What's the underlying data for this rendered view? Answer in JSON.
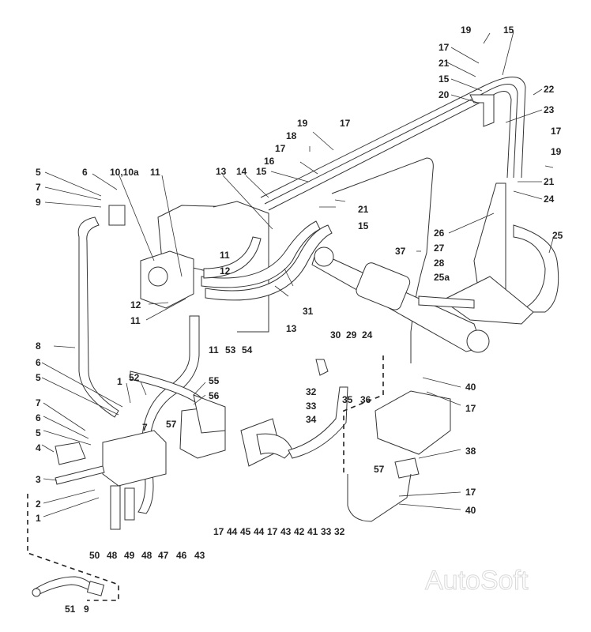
{
  "diagram": {
    "type": "exploded-parts-diagram",
    "subject": "hydraulic power steering lines",
    "watermark": "AutoSoft",
    "callouts": [
      {
        "id": "c1",
        "text": "19"
      },
      {
        "id": "c2",
        "text": "15"
      },
      {
        "id": "c3",
        "text": "17"
      },
      {
        "id": "c4",
        "text": "21"
      },
      {
        "id": "c5",
        "text": "15"
      },
      {
        "id": "c6",
        "text": "22"
      },
      {
        "id": "c7",
        "text": "20"
      },
      {
        "id": "c8",
        "text": "23"
      },
      {
        "id": "c9",
        "text": "17"
      },
      {
        "id": "c10",
        "text": "19"
      },
      {
        "id": "c11",
        "text": "21"
      },
      {
        "id": "c12",
        "text": "24"
      },
      {
        "id": "c13",
        "text": "26"
      },
      {
        "id": "c14",
        "text": "25"
      },
      {
        "id": "c15",
        "text": "27"
      },
      {
        "id": "c16",
        "text": "28"
      },
      {
        "id": "c17",
        "text": "25a"
      },
      {
        "id": "c18",
        "text": "37"
      },
      {
        "id": "c19",
        "text": "19"
      },
      {
        "id": "c20",
        "text": "17"
      },
      {
        "id": "c21",
        "text": "18"
      },
      {
        "id": "c22",
        "text": "17"
      },
      {
        "id": "c23",
        "text": "16"
      },
      {
        "id": "c24",
        "text": "13"
      },
      {
        "id": "c25",
        "text": "14"
      },
      {
        "id": "c26",
        "text": "15"
      },
      {
        "id": "c27",
        "text": "21"
      },
      {
        "id": "c28",
        "text": "15"
      },
      {
        "id": "c29",
        "text": "5"
      },
      {
        "id": "c30",
        "text": "6"
      },
      {
        "id": "c31",
        "text": "10,10a"
      },
      {
        "id": "c32",
        "text": "11"
      },
      {
        "id": "c33",
        "text": "7"
      },
      {
        "id": "c34",
        "text": "9"
      },
      {
        "id": "c35",
        "text": "11"
      },
      {
        "id": "c36",
        "text": "12"
      },
      {
        "id": "c37",
        "text": "12"
      },
      {
        "id": "c38",
        "text": "11"
      },
      {
        "id": "c39",
        "text": "31"
      },
      {
        "id": "c40",
        "text": "13"
      },
      {
        "id": "c41",
        "text": "11"
      },
      {
        "id": "c42",
        "text": "53"
      },
      {
        "id": "c43",
        "text": "54"
      },
      {
        "id": "c44",
        "text": "8"
      },
      {
        "id": "c45",
        "text": "30"
      },
      {
        "id": "c46",
        "text": "29"
      },
      {
        "id": "c47",
        "text": "24"
      },
      {
        "id": "c48",
        "text": "6"
      },
      {
        "id": "c49",
        "text": "5"
      },
      {
        "id": "c50",
        "text": "1"
      },
      {
        "id": "c51",
        "text": "52"
      },
      {
        "id": "c52",
        "text": "55"
      },
      {
        "id": "c53",
        "text": "56"
      },
      {
        "id": "c54",
        "text": "32"
      },
      {
        "id": "c55",
        "text": "35"
      },
      {
        "id": "c56",
        "text": "36"
      },
      {
        "id": "c57",
        "text": "40"
      },
      {
        "id": "c58",
        "text": "17"
      },
      {
        "id": "c59",
        "text": "7"
      },
      {
        "id": "c60",
        "text": "6"
      },
      {
        "id": "c61",
        "text": "7"
      },
      {
        "id": "c62",
        "text": "57"
      },
      {
        "id": "c63",
        "text": "5"
      },
      {
        "id": "c64",
        "text": "33"
      },
      {
        "id": "c65",
        "text": "34"
      },
      {
        "id": "c66",
        "text": "4"
      },
      {
        "id": "c67",
        "text": "38"
      },
      {
        "id": "c68",
        "text": "57"
      },
      {
        "id": "c69",
        "text": "3"
      },
      {
        "id": "c70",
        "text": "2"
      },
      {
        "id": "c71",
        "text": "17"
      },
      {
        "id": "c72",
        "text": "1"
      },
      {
        "id": "c73",
        "text": "40"
      },
      {
        "id": "c74",
        "text": "50"
      },
      {
        "id": "c75",
        "text": "48"
      },
      {
        "id": "c76",
        "text": "49"
      },
      {
        "id": "c77",
        "text": "48"
      },
      {
        "id": "c78",
        "text": "47"
      },
      {
        "id": "c79",
        "text": "46"
      },
      {
        "id": "c80",
        "text": "43"
      },
      {
        "id": "c81",
        "text": "17"
      },
      {
        "id": "c82",
        "text": "44"
      },
      {
        "id": "c83",
        "text": "45"
      },
      {
        "id": "c84",
        "text": "44"
      },
      {
        "id": "c85",
        "text": "17"
      },
      {
        "id": "c86",
        "text": "43"
      },
      {
        "id": "c87",
        "text": "42"
      },
      {
        "id": "c88",
        "text": "41"
      },
      {
        "id": "c89",
        "text": "33"
      },
      {
        "id": "c90",
        "text": "32"
      },
      {
        "id": "c91",
        "text": "51"
      },
      {
        "id": "c92",
        "text": "9"
      }
    ]
  }
}
